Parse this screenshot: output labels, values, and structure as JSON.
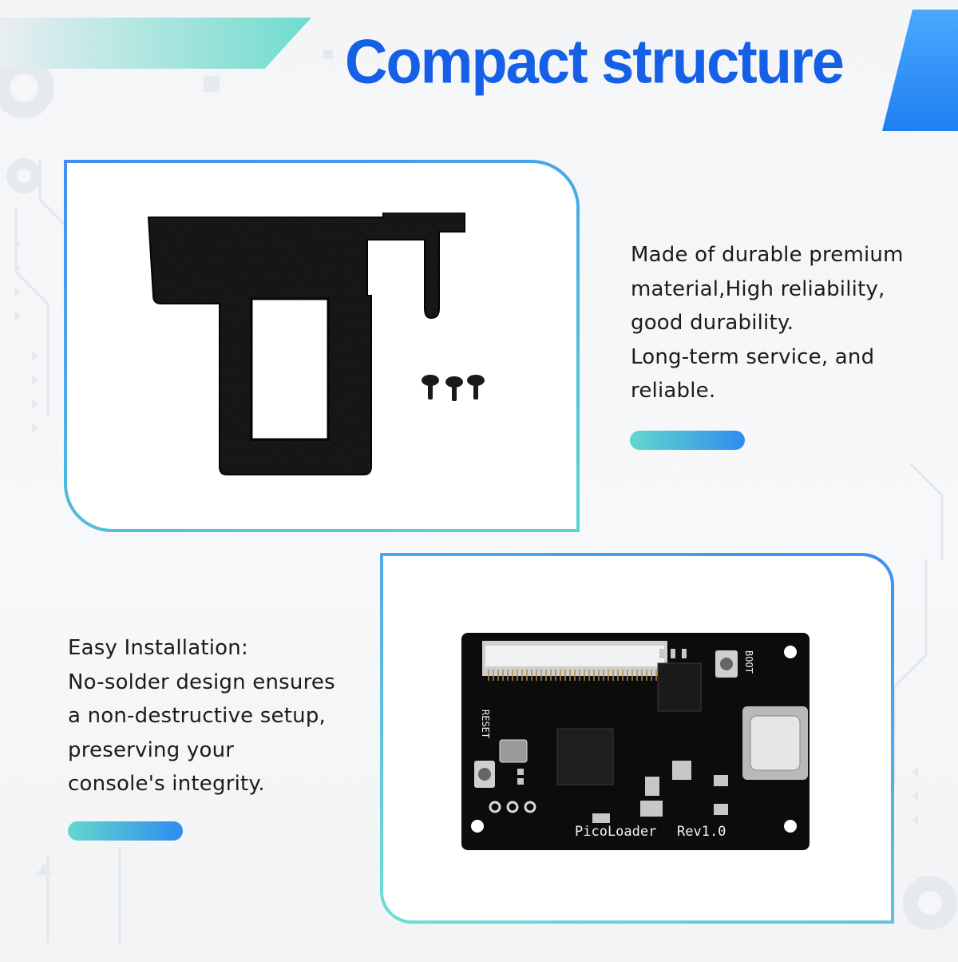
{
  "header": {
    "title": "Compact structure"
  },
  "features": [
    {
      "lines": [
        "Made of durable premium",
        "material,High reliability,",
        "good durability.",
        "Long-term service, and",
        "reliable."
      ]
    },
    {
      "lines": [
        "Easy Installation:",
        "No-solder design ensures",
        "a non-destructive setup,",
        "preserving your",
        "console's integrity."
      ]
    }
  ],
  "board": {
    "name_label": "PicoLoader",
    "rev_label": "Rev1.0",
    "reset_label": "RESET",
    "boot_label": "BOOT"
  },
  "colors": {
    "title_blue": "#1560e6",
    "accent_cyan": "#5ad6d0",
    "accent_blue": "#2f8cf0"
  }
}
